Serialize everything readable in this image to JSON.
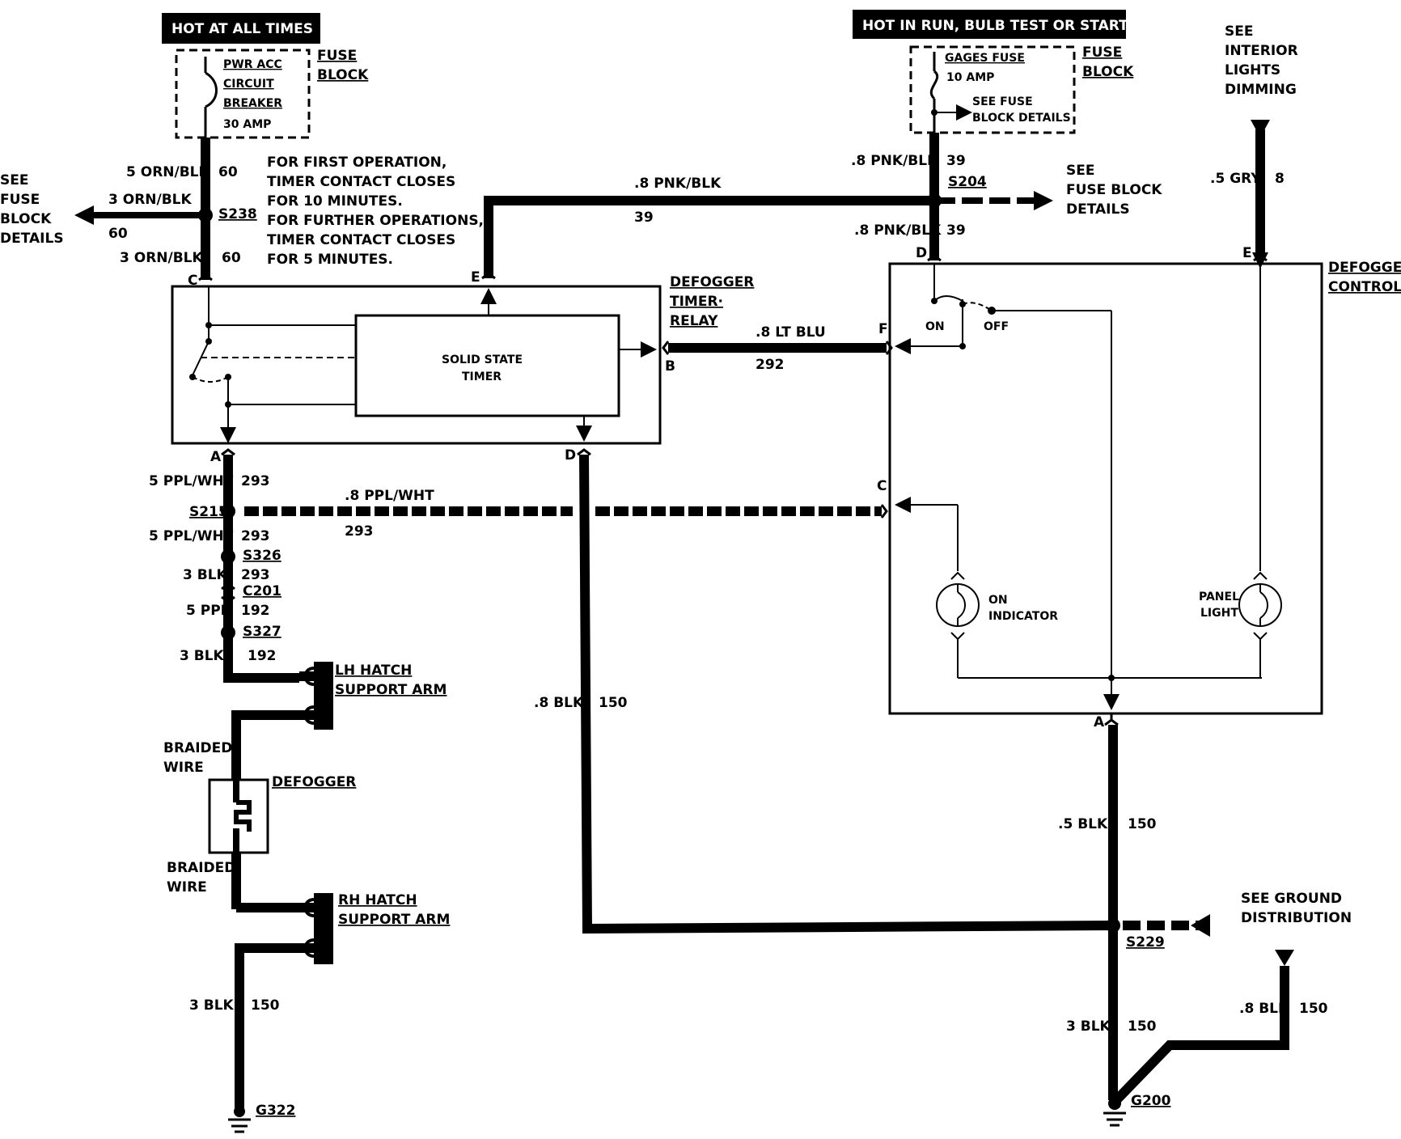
{
  "headers": {
    "hot_all_times": "HOT AT ALL TIMES",
    "hot_run": "HOT IN RUN,  BULB TEST OR START"
  },
  "fuse_block_left": {
    "name_l1": "PWR ACC",
    "name_l2": "CIRCUIT",
    "name_l3": "BREAKER",
    "rating": "30 AMP",
    "block_l1": "FUSE",
    "block_l2": "BLOCK"
  },
  "fuse_block_right": {
    "name": "GAGES FUSE",
    "rating": "10 AMP",
    "see_l1": "SEE FUSE",
    "see_l2": "BLOCK DETAILS",
    "block_l1": "FUSE",
    "block_l2": "BLOCK"
  },
  "see_left": [
    "SEE",
    "FUSE",
    "BLOCK",
    "DETAILS"
  ],
  "see_right": [
    "SEE",
    "FUSE BLOCK",
    "DETAILS"
  ],
  "see_interior": [
    "SEE",
    "INTERIOR",
    "LIGHTS",
    "DIMMING"
  ],
  "see_ground": [
    "SEE GROUND",
    "DISTRIBUTION"
  ],
  "note": [
    "FOR FIRST OPERATION,",
    "TIMER CONTACT CLOSES",
    "FOR 10 MINUTES.",
    "FOR FURTHER OPERATIONS,",
    "TIMER CONTACT CLOSES",
    "FOR 5 MINUTES."
  ],
  "timer_relay": {
    "label_l1": "DEFOGGER",
    "label_l2": "TIMER·",
    "label_l3": "RELAY",
    "timer_l1": "SOLID STATE",
    "timer_l2": "TIMER"
  },
  "control": {
    "label_l1": "DEFOGGER",
    "label_l2": "CONTROL",
    "on": "ON",
    "off": "OFF",
    "indicator_l1": "ON",
    "indicator_l2": "INDICATOR",
    "panel_l1": "PANEL",
    "panel_l2": "LIGHT"
  },
  "pins": {
    "c_left": "C",
    "e_left": "E",
    "a_left": "A",
    "b_left": "B",
    "d_left": "D",
    "d_right": "D",
    "e_right": "E",
    "f_right": "F",
    "c_right": "C",
    "a_right": "A"
  },
  "wires": {
    "w1_size": "5 ORN/BLK",
    "w1_num": "60",
    "w2_size": "3 ORN/BLK",
    "w2_num": "60",
    "w3_size": "3 ORN/BLK",
    "w3_num": "60",
    "w4_size": ".8 PNK/BLK",
    "w4_num": "39",
    "w5_size": ".8 PNK/BLK",
    "w5_num": "39",
    "w6_size": ".8 PNK/BLK",
    "w6_num": "39",
    "w7_size": ".5 GRY",
    "w7_num": "8",
    "w8_size": ".8 LT BLU",
    "w8_num": "292",
    "w9_size": "5 PPL/WHT",
    "w9_num": "293",
    "w10_size": ".8 PPL/WHT",
    "w10_num": "293",
    "w11_size": "5 PPL/WHT",
    "w11_num": "293",
    "w12_size": "3 BLK",
    "w12_num": "293",
    "w13_size": "5 PPL",
    "w13_num": "192",
    "w14_size": "3 BLK",
    "w14_num": "192",
    "w15_size": ".8 BLK",
    "w15_num": "150",
    "w16_size": ".5 BLK",
    "w16_num": "150",
    "w17_size": "3 BLK",
    "w17_num": "150",
    "w18_size": "3 BLK",
    "w18_num": "150",
    "w19_size": ".8 BLK",
    "w19_num": "150"
  },
  "splices": {
    "s238": "S238",
    "s204": "S204",
    "s215": "S215",
    "s326": "S326",
    "c201": "C201",
    "s327": "S327",
    "s229": "S229"
  },
  "grounds": {
    "g322": "G322",
    "g200": "G200"
  },
  "components": {
    "lh_l1": "LH HATCH",
    "lh_l2": "SUPPORT ARM",
    "rh_l1": "RH HATCH",
    "rh_l2": "SUPPORT ARM",
    "braided1_l1": "BRAIDED",
    "braided1_l2": "WIRE",
    "braided2_l1": "BRAIDED",
    "braided2_l2": "WIRE",
    "defogger": "DEFOGGER"
  }
}
